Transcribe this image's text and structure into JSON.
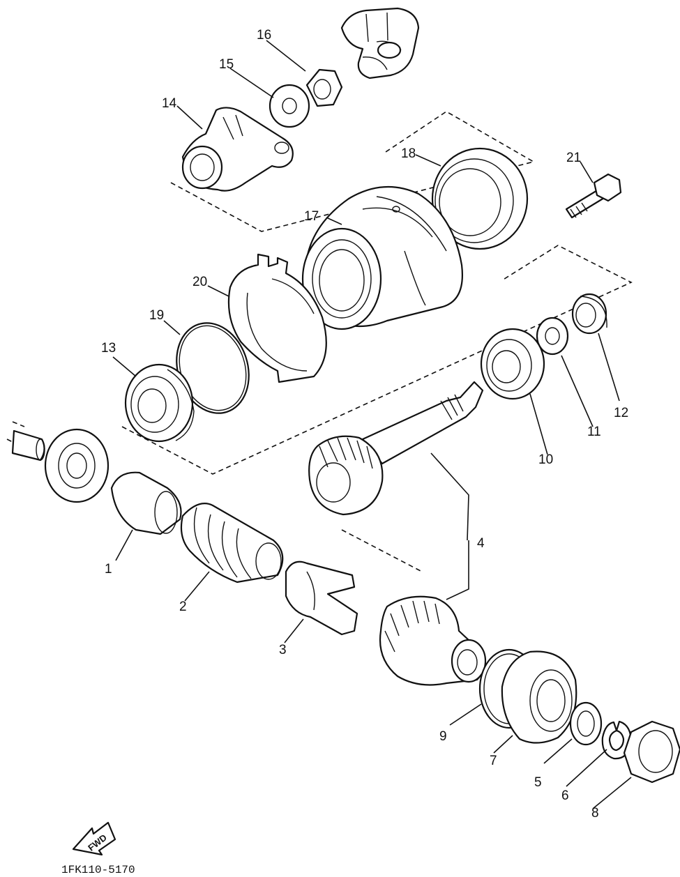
{
  "drawing_code": "1FK110-5170",
  "fwd_label": "FWD",
  "callouts": {
    "p1": "1",
    "p2": "2",
    "p3": "3",
    "p4": "4",
    "p5": "5",
    "p6": "6",
    "p7": "7",
    "p8": "8",
    "p9": "9",
    "p10": "10",
    "p11": "11",
    "p12": "12",
    "p13": "13",
    "p14": "14",
    "p15": "15",
    "p16": "16",
    "p17": "17",
    "p18": "18",
    "p19": "19",
    "p20": "20",
    "p21": "21"
  }
}
